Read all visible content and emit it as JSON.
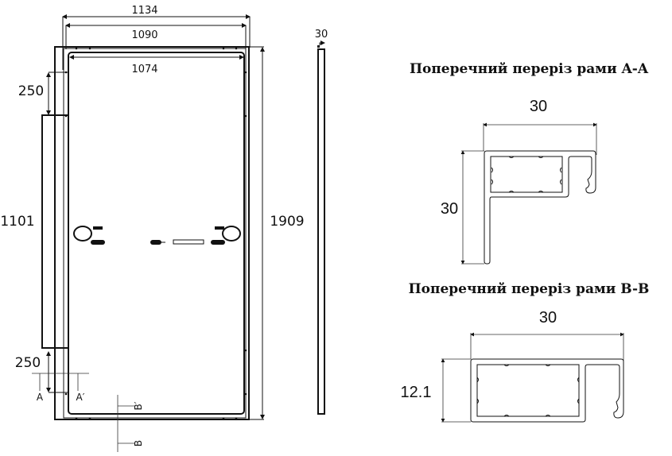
{
  "front_view": {
    "width_outer": "1134",
    "width_frame": "1090",
    "width_inner": "1074",
    "height_total": "1909",
    "mount_spacing": "1101",
    "mount_offset_top": "250",
    "mount_offset_bottom": "250",
    "section_a_label": "A",
    "section_a_prime_label": "A′",
    "section_b_prime_label": "B′",
    "section_b_label": "B"
  },
  "side_view": {
    "thickness": "30"
  },
  "section_a": {
    "title": "Поперечний переріз рами A-A",
    "width": "30",
    "height": "30"
  },
  "section_b": {
    "title": "Поперечний переріз рами B-B",
    "width": "30",
    "height": "12.1"
  }
}
